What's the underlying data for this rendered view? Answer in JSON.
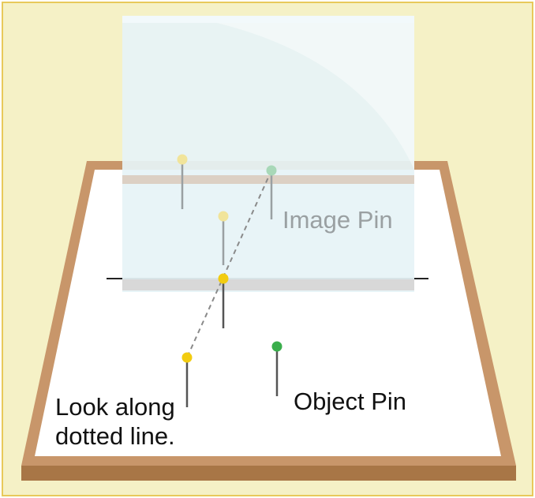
{
  "labels": {
    "image_pin": "Image Pin",
    "object_pin": "Object Pin",
    "look_line1": "Look along",
    "look_line2": "dotted line."
  },
  "colors": {
    "background": "#f5f1c6",
    "frame_border": "#e8c95a",
    "board_frame": "#c8966a",
    "board_front": "#a87646",
    "paper": "#ffffff",
    "glass": "#e6f3f6",
    "glass_edge": "#dcd0c4",
    "pin_pale_yellow": "#f1e49a",
    "pin_yellow": "#f2cc10",
    "pin_pale_green": "#a8d8b8",
    "pin_green": "#3aae4c",
    "dotted_line": "#8a8a8a",
    "label_dark": "#111111",
    "label_gray": "#9aa0a2"
  }
}
